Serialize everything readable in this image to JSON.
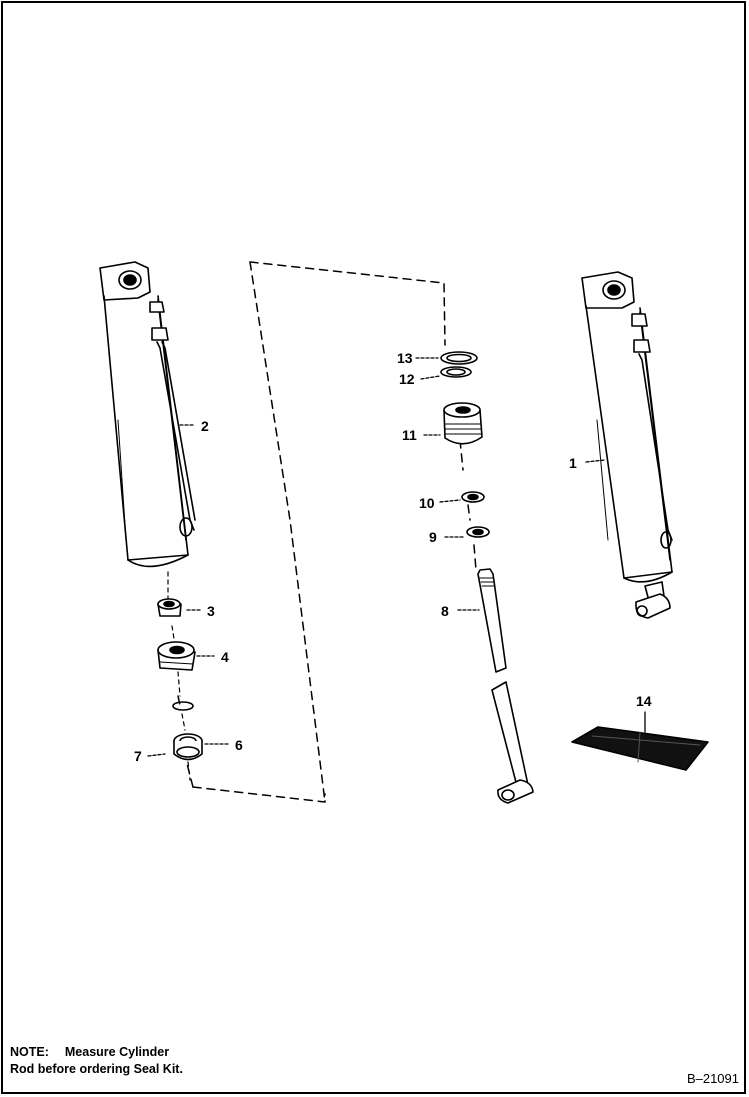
{
  "callouts": {
    "p1": "1",
    "p2": "2",
    "p3": "3",
    "p4": "4",
    "p6": "6",
    "p7": "7",
    "p8": "8",
    "p9": "9",
    "p10": "10",
    "p11": "11",
    "p12": "12",
    "p13": "13",
    "p14": "14"
  },
  "note": {
    "label": "NOTE:",
    "line1": "Measure  Cylinder",
    "line2": "Rod before ordering Seal Kit."
  },
  "figure_id": "B–21091"
}
